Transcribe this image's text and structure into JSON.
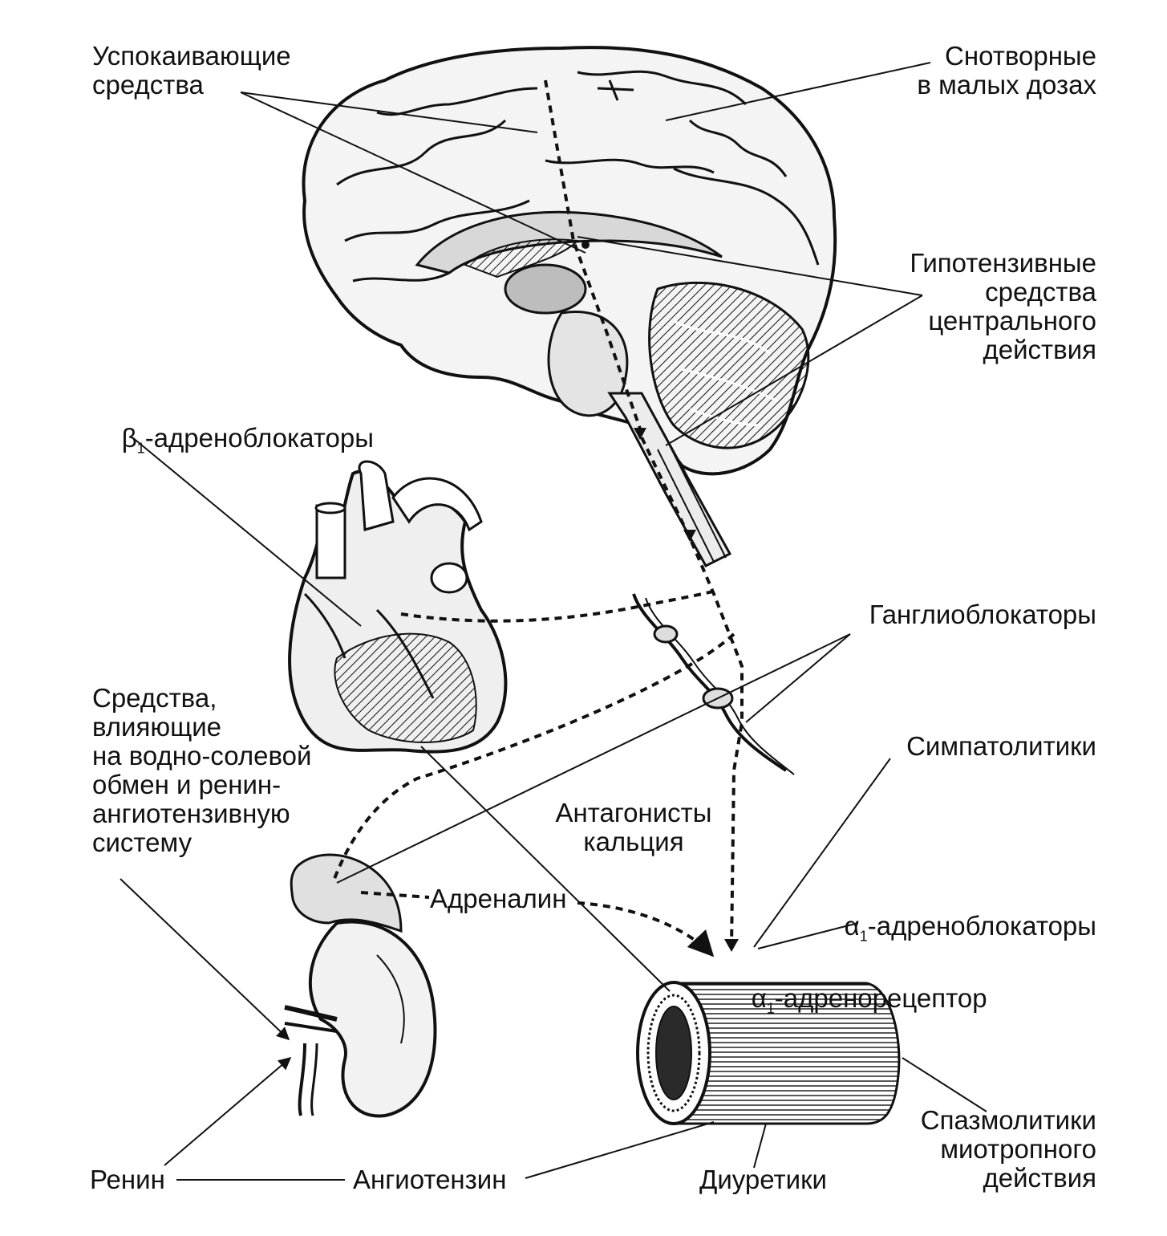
{
  "labels": {
    "sedatives": "Успокаивающие\nсредства",
    "hypnotics": "Снотворные\nв малых дозах",
    "central_antihypertensives": "Гипотензивные\nсредства\nцентрального\nдействия",
    "beta_blockers_prefix": "β",
    "beta_blockers_subscript": "1",
    "beta_blockers_suffix": "-адреноблокаторы",
    "ganglion_blockers": "Ганглиоблокаторы",
    "water_salt_agents": "Средства,\nвлияющие\nна водно-солевой\nобмен и ренин-\nангиотензивную\nсистему",
    "sympatholytics": "Симпатолитики",
    "calcium_antagonists": "Антагонисты\nкальция",
    "adrenaline": "Адреналин",
    "alpha_blockers_prefix": "α",
    "alpha_blockers_subscript": "1",
    "alpha_blockers_suffix": "-адреноблокаторы",
    "alpha_receptor_prefix": "α",
    "alpha_receptor_subscript": "1",
    "alpha_receptor_suffix": "-адренорецептор",
    "renin": "Ренин",
    "angiotensin": "Ангиотензин",
    "diuretics": "Диуретики",
    "antispasmodics": "Спазмолитики\nмиотропного\nдействия"
  },
  "colors": {
    "ink": "#111111",
    "background": "#ffffff",
    "fill_shade": "#c8c8c8",
    "fill_dark": "#2a2a2a"
  }
}
